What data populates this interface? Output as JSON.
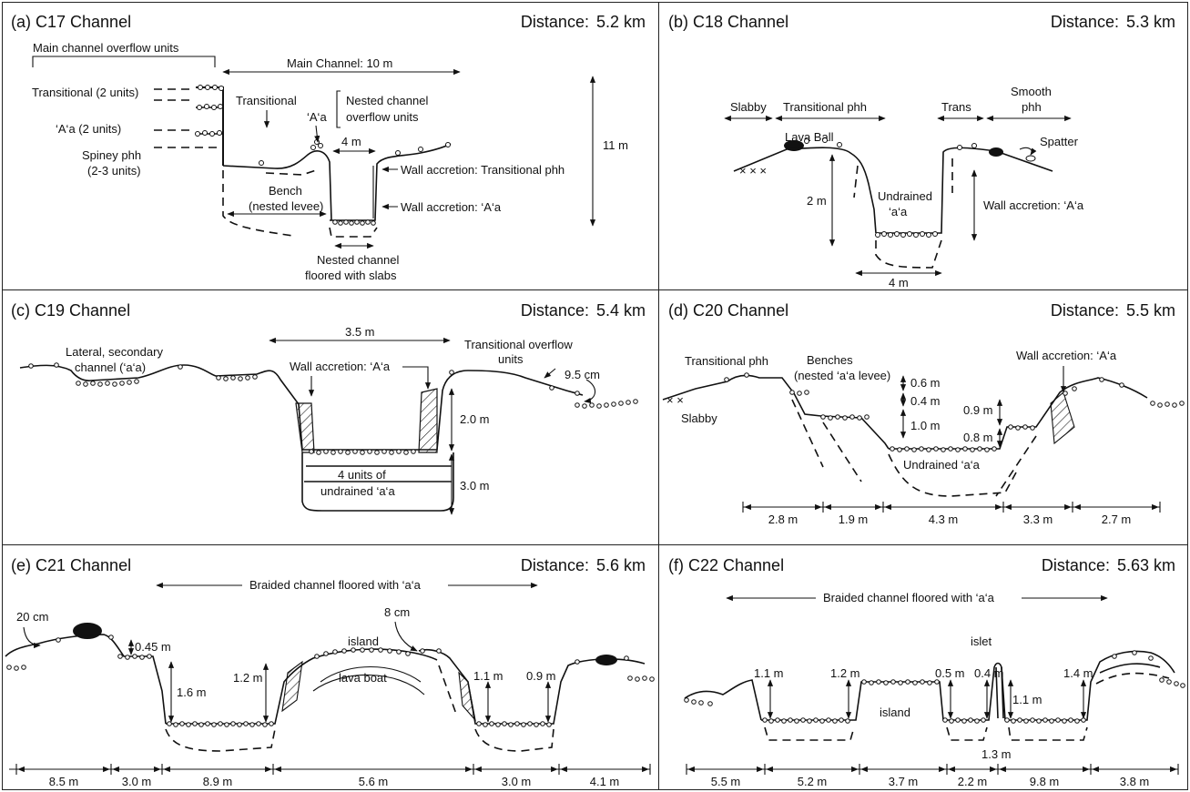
{
  "panels": {
    "a": {
      "title": "(a) C17 Channel",
      "distance_label": "Distance:",
      "distance_value": "5.2 km",
      "labels": {
        "main_overflow": "Main channel overflow units",
        "main_channel": "Main Channel: 10 m",
        "transitional_units": "Transitional (2 units)",
        "aa_units": "‘A‘a (2 units)",
        "spiney1": "Spiney phh",
        "spiney2": "(2-3 units)",
        "transitional": "Transitional",
        "aa": "‘A‘a",
        "nested_overflow1": "Nested channel",
        "nested_overflow2": "overflow units",
        "four_m": "4 m",
        "eleven_m": "11 m",
        "wall_trans": "Wall accretion: Transitional phh",
        "bench1": "Bench",
        "bench2": "(nested levee)",
        "wall_aa": "Wall accretion: ‘A‘a",
        "nested_floor1": "Nested channel",
        "nested_floor2": "floored with slabs"
      }
    },
    "b": {
      "title": "(b) C18 Channel",
      "distance_label": "Distance:",
      "distance_value": "5.3 km",
      "labels": {
        "slabby": "Slabby",
        "transitional_phh": "Transitional phh",
        "trans": "Trans",
        "smooth1": "Smooth",
        "smooth2": "phh",
        "lava_ball": "Lava Ball",
        "spatter": "Spatter",
        "two_m": "2 m",
        "undrained1": "Undrained",
        "undrained2": "‘a‘a",
        "wall_aa": "Wall accretion: ‘A‘a",
        "four_m": "4 m"
      }
    },
    "c": {
      "title": "(c) C19 Channel",
      "distance_label": "Distance:",
      "distance_value": "5.4 km",
      "labels": {
        "width": "3.5 m",
        "lateral1": "Lateral, secondary",
        "lateral2": "channel (‘a‘a)",
        "wall_aa": "Wall accretion: ‘A‘a",
        "trans_overflow1": "Transitional overflow",
        "trans_overflow2": "units",
        "cm": "9.5 cm",
        "two_m": "2.0 m",
        "three_m": "3.0 m",
        "units1": "4 units of",
        "units2": "undrained ‘a‘a"
      }
    },
    "d": {
      "title": "(d) C20 Channel",
      "distance_label": "Distance:",
      "distance_value": "5.5 km",
      "labels": {
        "transitional_phh": "Transitional phh",
        "slabby": "Slabby",
        "benches1": "Benches",
        "benches2": "(nested ‘a‘a levee)",
        "wall_aa": "Wall accretion: ‘A‘a",
        "h06": "0.6 m",
        "h04": "0.4 m",
        "h10": "1.0 m",
        "h09": "0.9 m",
        "h08": "0.8 m",
        "undrained": "Undrained ‘a‘a"
      },
      "widths": [
        "2.8 m",
        "1.9 m",
        "4.3 m",
        "3.3 m",
        "2.7 m"
      ]
    },
    "e": {
      "title": "(e) C21 Channel",
      "distance_label": "Distance:",
      "distance_value": "5.6 km",
      "labels": {
        "braided": "Braided channel floored with ‘a‘a",
        "cm20": "20 cm",
        "h045": "0.45 m",
        "cm8": "8 cm",
        "island": "island",
        "lava_boat": "lava boat",
        "h16": "1.6 m",
        "h12": "1.2 m",
        "h11": "1.1 m",
        "h09": "0.9 m"
      },
      "widths": [
        "8.5 m",
        "3.0 m",
        "8.9 m",
        "5.6 m",
        "3.0 m",
        "4.1 m"
      ]
    },
    "f": {
      "title": "(f) C22 Channel",
      "distance_label": "Distance:",
      "distance_value": "5.63 km",
      "labels": {
        "braided": "Braided channel floored with ‘a‘a",
        "islet": "islet",
        "island": "island",
        "h11a": "1.1 m",
        "h12": "1.2 m",
        "h05": "0.5 m",
        "h04": "0.4 m",
        "h14": "1.4 m",
        "h11b": "1.1 m",
        "w13": "1.3 m"
      },
      "widths": [
        "5.5 m",
        "5.2 m",
        "3.7 m",
        "2.2 m",
        "9.8 m",
        "3.8 m"
      ]
    }
  }
}
